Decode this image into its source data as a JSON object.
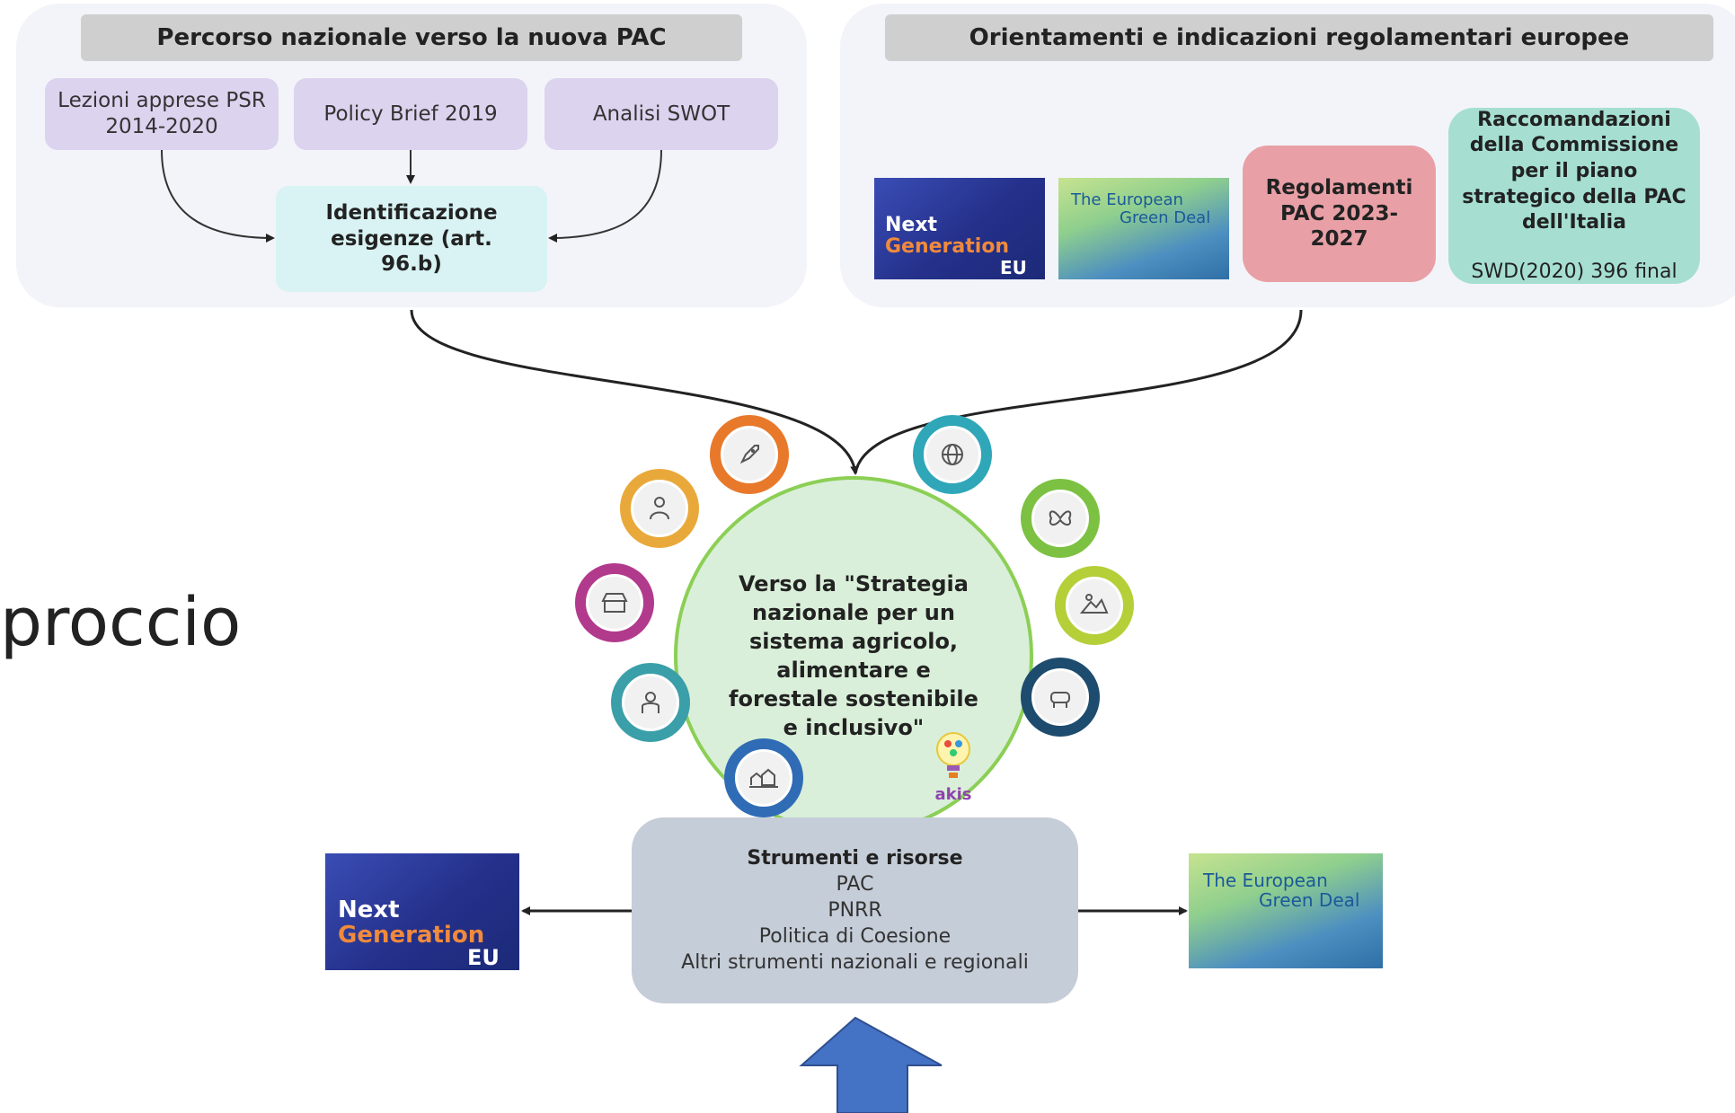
{
  "side_text": "proccio",
  "left_panel": {
    "title": "Percorso nazionale verso la nuova PAC",
    "boxes": [
      "Lezioni apprese PSR 2014-2020",
      "Policy Brief 2019",
      "Analisi SWOT"
    ],
    "needs_box": "Identificazione esigenze (art. 96.b)"
  },
  "right_panel": {
    "title": "Orientamenti e indicazioni regolamentari europee",
    "next_gen": {
      "line1": "Next",
      "line2": "Generation",
      "line3": "EU"
    },
    "green_deal": {
      "line1": "The European",
      "line2": "Green Deal"
    },
    "regolamenti": "Regolamenti PAC 2023-2027",
    "raccomandazioni": {
      "title": "Raccomandazioni della Commissione per il piano strategico della PAC dell'Italia",
      "ref": "SWD(2020) 396 final"
    }
  },
  "center": {
    "text": "Verso la \"Strategia nazionale per un sistema agricolo, alimentare e forestale sostenibile e inclusivo\""
  },
  "icons": [
    {
      "name": "rocket-icon",
      "color": "#e8792b"
    },
    {
      "name": "globe-icon",
      "color": "#2fa7b8"
    },
    {
      "name": "butterfly-icon",
      "color": "#7cc142"
    },
    {
      "name": "landscape-icon",
      "color": "#b5cf38"
    },
    {
      "name": "cow-icon",
      "color": "#1e4c6e"
    },
    {
      "name": "farmer-icon",
      "color": "#e9a93a"
    },
    {
      "name": "market-stall-icon",
      "color": "#b23a8c"
    },
    {
      "name": "worker-icon",
      "color": "#3a9fa8"
    },
    {
      "name": "rural-village-icon",
      "color": "#2f6cb5"
    }
  ],
  "akis_label": "akis",
  "resources": {
    "title": "Strumenti e risorse",
    "items": [
      "PAC",
      "PNRR",
      "Politica di Coesione",
      "Altri strumenti nazionali e regionali"
    ]
  },
  "bottom_next_gen": {
    "line1": "Next",
    "line2": "Generation",
    "line3": "EU"
  },
  "bottom_green_deal": {
    "line1": "The European",
    "line2": "Green Deal"
  },
  "colors": {
    "panel_bg": "#f3f4f9",
    "title_bar": "#cfcfcf",
    "lavender": "#dcd3ef",
    "needs": "#d9f3f4",
    "regolamenti": "#e8a0a6",
    "raccomandazioni": "#a6dfd2",
    "center_fill": "#d9efd9",
    "center_border": "#8bcf55",
    "resources": "#c5cdd8",
    "big_arrow": "#4472c4"
  }
}
